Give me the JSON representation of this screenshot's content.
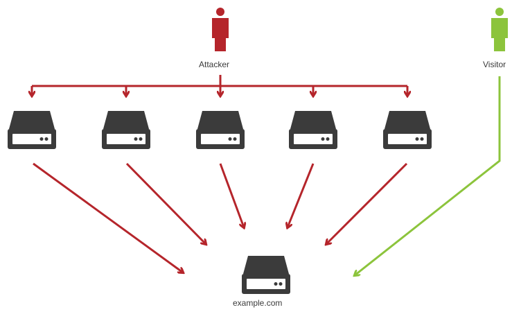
{
  "colors": {
    "attack": "#b5252b",
    "legit": "#8cc43c",
    "server": "#3b3b3b",
    "server_light": "#ffffff",
    "text": "#3a3a3a"
  },
  "icons": {
    "attacker": "person-icon",
    "visitor": "person-icon",
    "bots": "server-icon",
    "target": "server-icon"
  },
  "labels": {
    "attacker": "Attacker",
    "visitor": "Visitor",
    "target": "example.com"
  },
  "bots": [
    {
      "id": "bot-1"
    },
    {
      "id": "bot-2"
    },
    {
      "id": "bot-3"
    },
    {
      "id": "bot-4"
    },
    {
      "id": "bot-5"
    }
  ]
}
